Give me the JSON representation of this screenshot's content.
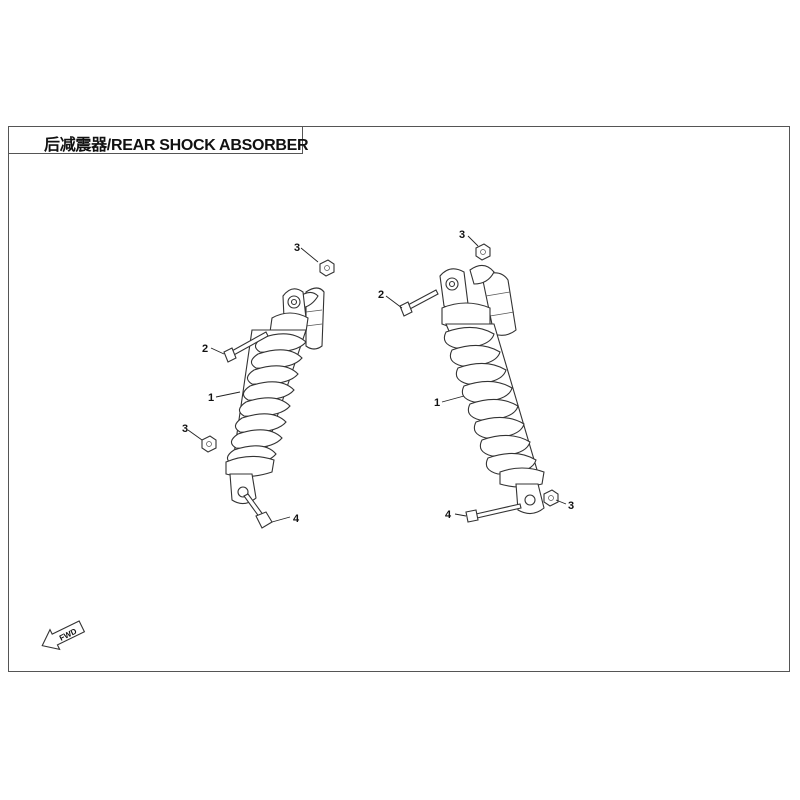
{
  "title": "后减震器/REAR SHOCK ABSORBER",
  "fwd_label": "FWD",
  "callouts": [
    {
      "id": "L3a",
      "text": "3"
    },
    {
      "id": "L2a",
      "text": "2"
    },
    {
      "id": "L1a",
      "text": "1"
    },
    {
      "id": "L3b",
      "text": "3"
    },
    {
      "id": "L4a",
      "text": "4"
    },
    {
      "id": "R3a",
      "text": "3"
    },
    {
      "id": "R2a",
      "text": "2"
    },
    {
      "id": "R1a",
      "text": "1"
    },
    {
      "id": "R4a",
      "text": "4"
    },
    {
      "id": "R3b",
      "text": "3"
    }
  ]
}
